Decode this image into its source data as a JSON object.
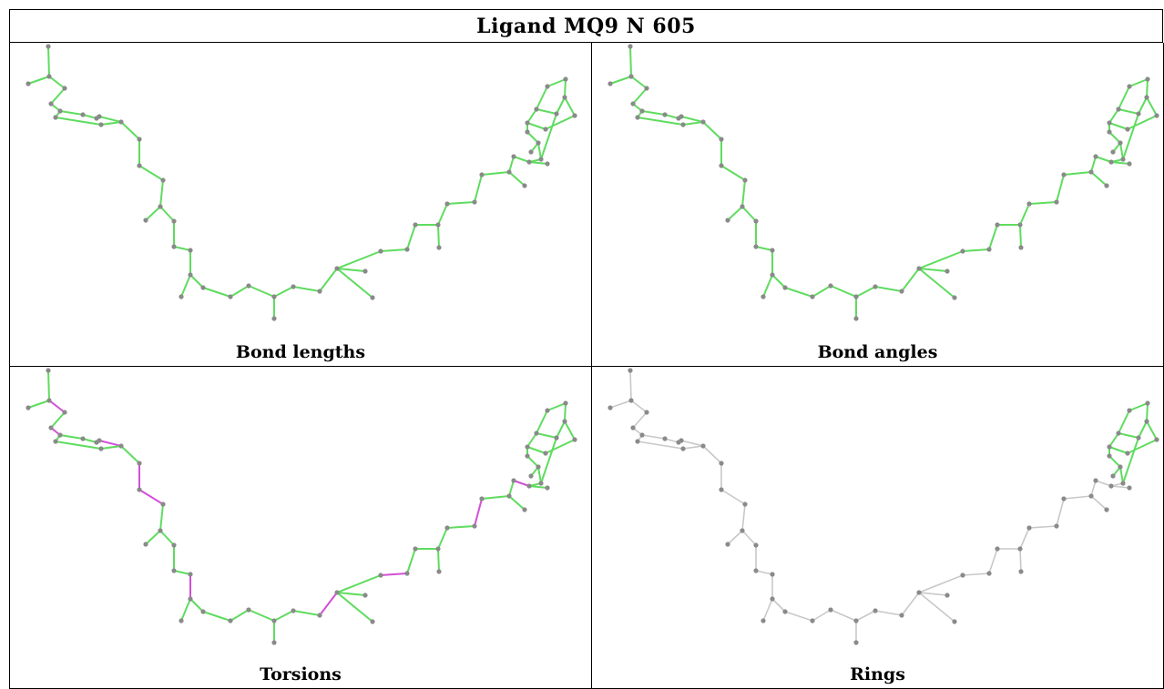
{
  "title": "Ligand MQ9 N 605",
  "panels": [
    {
      "caption": "Bond lengths",
      "scheme": "lengths"
    },
    {
      "caption": "Bond angles",
      "scheme": "angles"
    },
    {
      "caption": "Torsions",
      "scheme": "torsions"
    },
    {
      "caption": "Rings",
      "scheme": "rings"
    }
  ],
  "colors": {
    "ok_bond": "#5fdc5f",
    "outlier_bond": "#d24fd8",
    "neutral_bond": "#c8c8c8",
    "atom": "#8a8a8a",
    "border": "#000000"
  }
}
